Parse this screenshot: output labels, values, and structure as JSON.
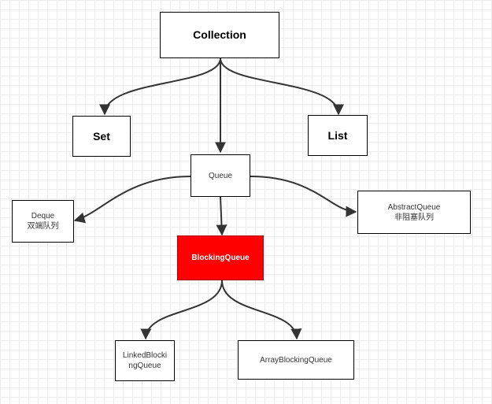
{
  "diagram": {
    "colors": {
      "highlight": "#ff0000",
      "edge": "#333333"
    },
    "nodes": {
      "collection": "Collection",
      "set": "Set",
      "list": "List",
      "queue": "Queue",
      "deque": "Deque\n双端队列",
      "abstract_queue": "AbstractQueue\n非阻塞队列",
      "blocking_queue": "BlockingQueue",
      "linked_blocking": "LinkedBlocki\nngQueue",
      "array_blocking": "ArrayBlockingQueue"
    },
    "edges": [
      [
        "collection",
        "set"
      ],
      [
        "collection",
        "list"
      ],
      [
        "collection",
        "queue"
      ],
      [
        "queue",
        "deque"
      ],
      [
        "queue",
        "abstract_queue"
      ],
      [
        "queue",
        "blocking_queue"
      ],
      [
        "blocking_queue",
        "linked_blocking"
      ],
      [
        "blocking_queue",
        "array_blocking"
      ]
    ]
  }
}
